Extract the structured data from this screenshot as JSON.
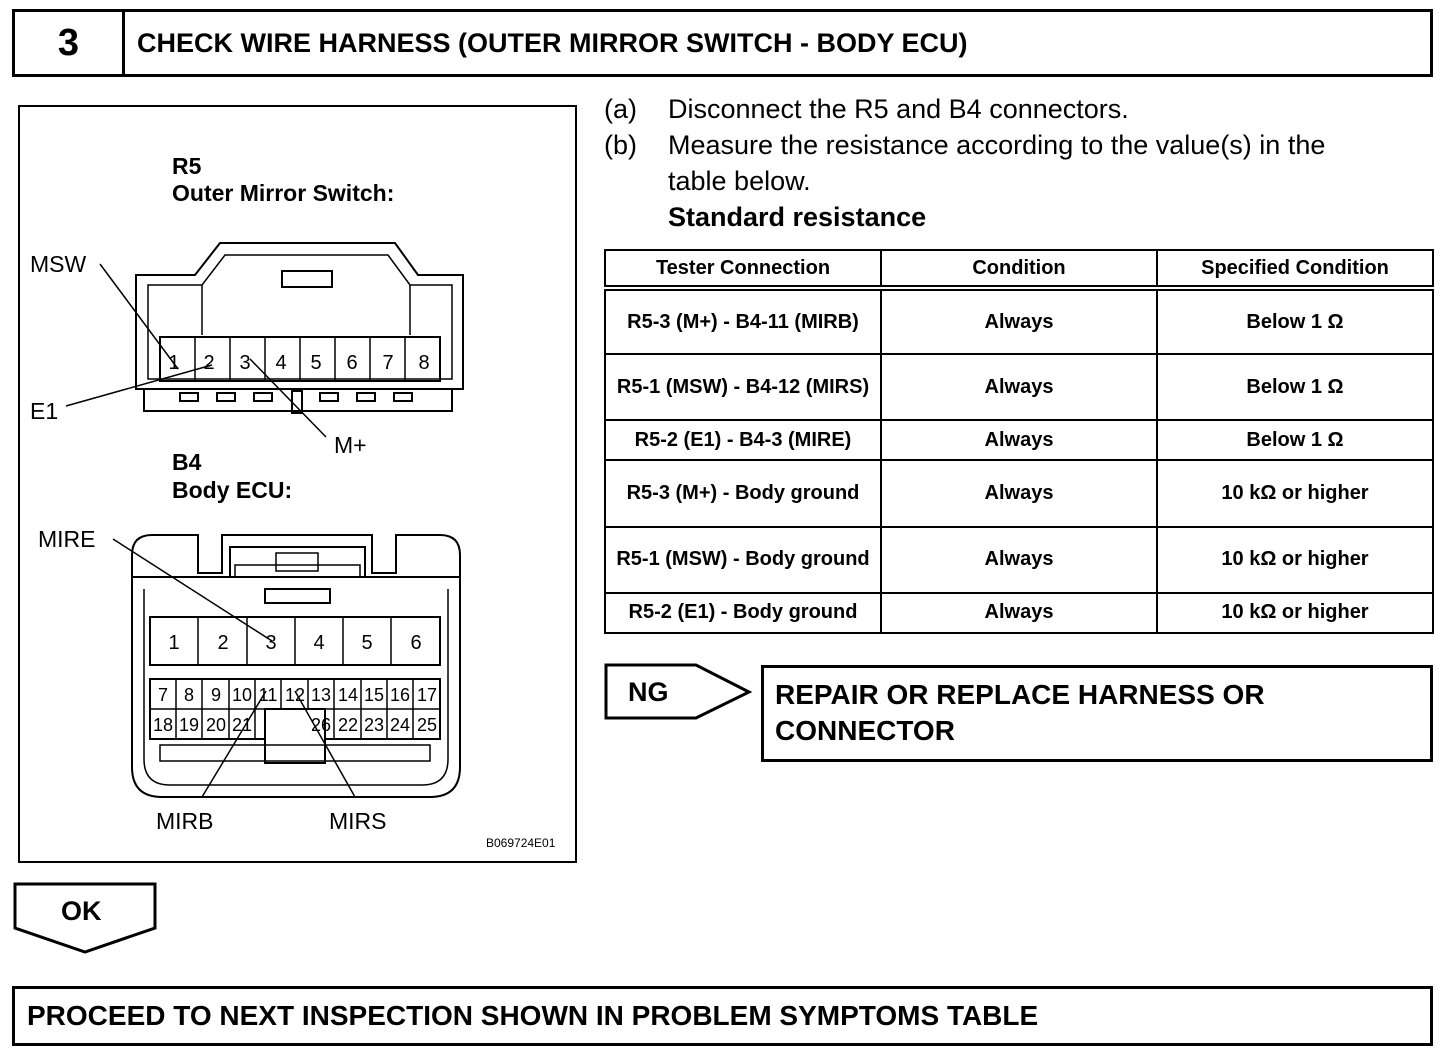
{
  "header": {
    "step_number": "3",
    "title": "CHECK WIRE HARNESS (OUTER MIRROR SWITCH - BODY ECU)"
  },
  "figure": {
    "r5_code": "R5",
    "r5_name": "Outer Mirror Switch:",
    "r5_pins": [
      "1",
      "2",
      "3",
      "4",
      "5",
      "6",
      "7",
      "8"
    ],
    "r5_callouts": {
      "msw": "MSW",
      "e1": "E1",
      "m_plus": "M+"
    },
    "b4_code": "B4",
    "b4_name": "Body ECU:",
    "b4_top_pins": [
      "1",
      "2",
      "3",
      "4",
      "5",
      "6"
    ],
    "b4_row2_pins": [
      "7",
      "8",
      "9",
      "10",
      "11",
      "12",
      "13",
      "14",
      "15",
      "16",
      "17"
    ],
    "b4_row3_pins": [
      "18",
      "19",
      "20",
      "21",
      "22",
      "23",
      "24",
      "25",
      "26"
    ],
    "b4_callouts": {
      "mire": "MIRE",
      "mirb": "MIRB",
      "mirs": "MIRS"
    },
    "figure_id": "B069724E01"
  },
  "instructions": [
    {
      "marker": "(a)",
      "text": "Disconnect the R5 and B4 connectors."
    },
    {
      "marker": "(b)",
      "text": "Measure the resistance according to the value(s) in the",
      "continuation": "table below."
    }
  ],
  "standard_label": "Standard resistance",
  "table": {
    "headers": [
      "Tester Connection",
      "Condition",
      "Specified Condition"
    ],
    "rows": [
      {
        "connection": "R5-3 (M+) - B4-11 (MIRB)",
        "condition": "Always",
        "spec": "Below 1 Ω"
      },
      {
        "connection": "R5-1 (MSW) - B4-12 (MIRS)",
        "condition": "Always",
        "spec": "Below 1 Ω"
      },
      {
        "connection": "R5-2 (E1) - B4-3 (MIRE)",
        "condition": "Always",
        "spec": "Below 1 Ω"
      },
      {
        "connection": "R5-3 (M+) - Body ground",
        "condition": "Always",
        "spec": "10 kΩ or higher"
      },
      {
        "connection": "R5-1 (MSW) - Body ground",
        "condition": "Always",
        "spec": "10 kΩ or higher"
      },
      {
        "connection": "R5-2 (E1) - Body ground",
        "condition": "Always",
        "spec": "10 kΩ or higher"
      }
    ]
  },
  "ng": {
    "label": "NG",
    "action": "REPAIR OR REPLACE HARNESS OR CONNECTOR"
  },
  "ok": {
    "label": "OK"
  },
  "proceed": {
    "text": "PROCEED TO NEXT INSPECTION SHOWN IN PROBLEM SYMPTOMS TABLE"
  }
}
